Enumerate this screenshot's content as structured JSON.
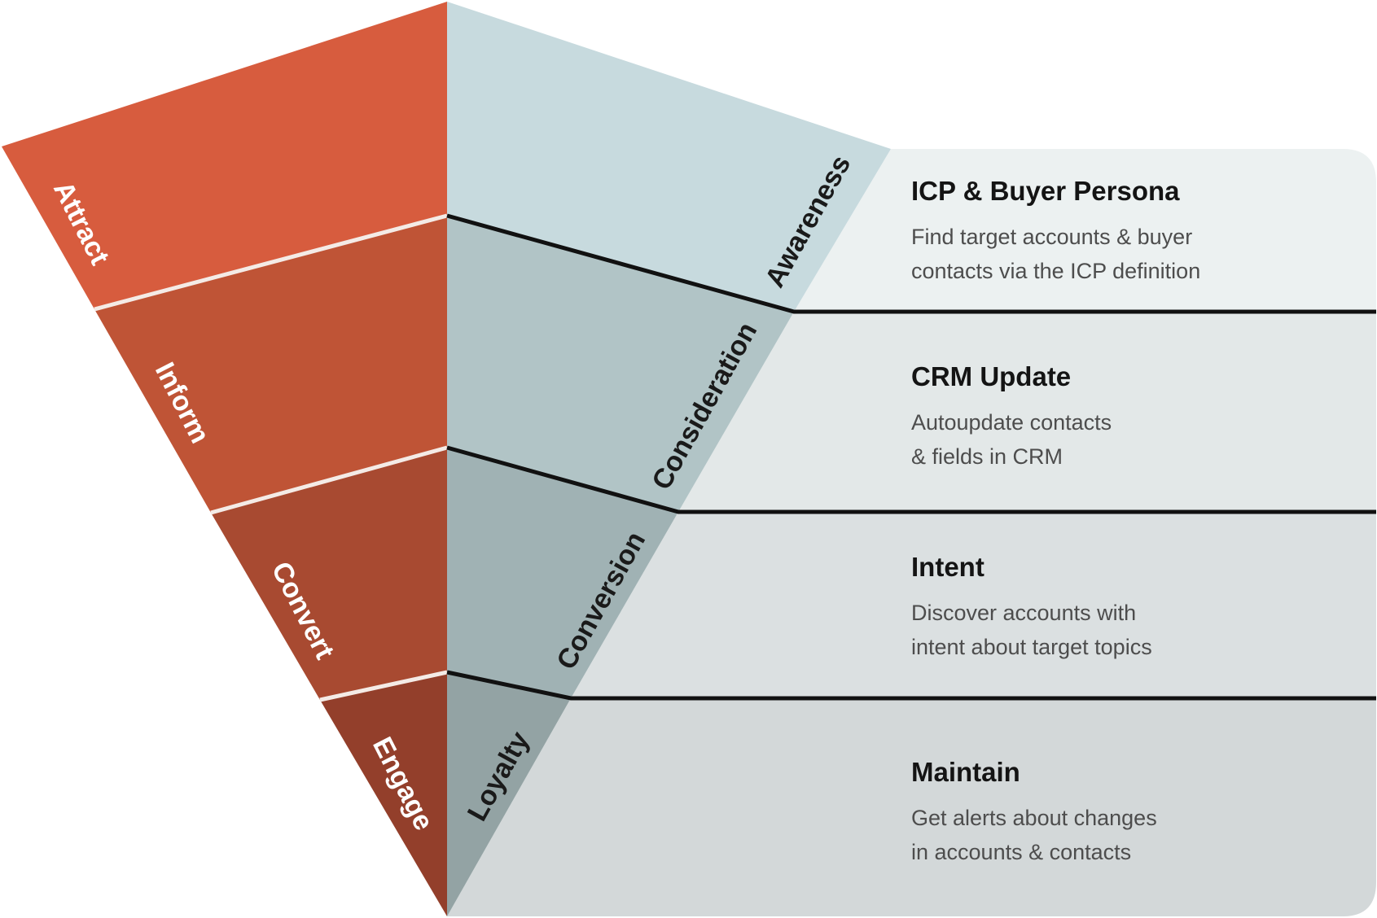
{
  "colors": {
    "attract": "#d75c3e",
    "inform": "#bf5436",
    "convert": "#a84a31",
    "engage": "#933f2b",
    "awareness": "#c7dade",
    "consideration": "#b1c4c6",
    "conversion": "#a0b2b4",
    "loyalty": "#93a3a4",
    "panel_1": "#ecf1f1",
    "panel_2": "#e3e8e8",
    "panel_3": "#dbe0e1",
    "panel_4": "#d3d8d9"
  },
  "funnel": {
    "stages": [
      "Attract",
      "Inform",
      "Convert",
      "Engage"
    ],
    "phases": [
      "Awareness",
      "Consideration",
      "Conversion",
      "Loyalty"
    ]
  },
  "panels": [
    {
      "title": "ICP & Buyer Persona",
      "desc_line_1": "Find target accounts & buyer",
      "desc_line_2": "contacts via the ICP definition"
    },
    {
      "title": "CRM Update",
      "desc_line_1": "Autoupdate contacts",
      "desc_line_2": "& fields in CRM"
    },
    {
      "title": "Intent",
      "desc_line_1": "Discover accounts with",
      "desc_line_2": "intent about target topics"
    },
    {
      "title": "Maintain",
      "desc_line_1": "Get alerts about changes",
      "desc_line_2": "in accounts & contacts"
    }
  ]
}
